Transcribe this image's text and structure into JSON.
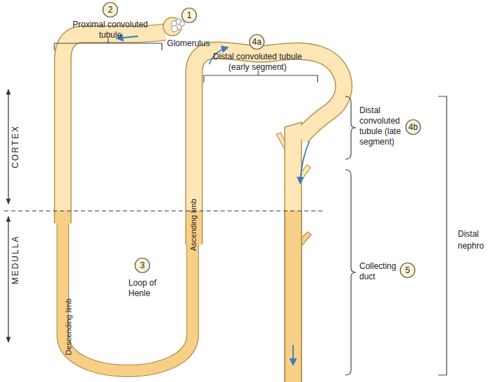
{
  "diagram": {
    "nodes": [
      {
        "text": [
          "2",
          "Proximal convoluted tubule"
        ]
      },
      {
        "text": [
          "1",
          "Glomerulus"
        ]
      },
      {
        "text": [
          "4a",
          "Distal convoluted tubule (early segment)"
        ]
      },
      {
        "text": [
          "4b",
          "Distal convoluted tubule (late segment)"
        ]
      },
      {
        "text": [
          "3",
          "Loop of Henle"
        ]
      },
      {
        "text": [
          "5",
          "Collecting duct"
        ]
      }
    ],
    "labels": [
      "CORTEX",
      "MEDULLA",
      "Descending limb",
      "Ascending limb",
      "Distal nephro"
    ]
  }
}
